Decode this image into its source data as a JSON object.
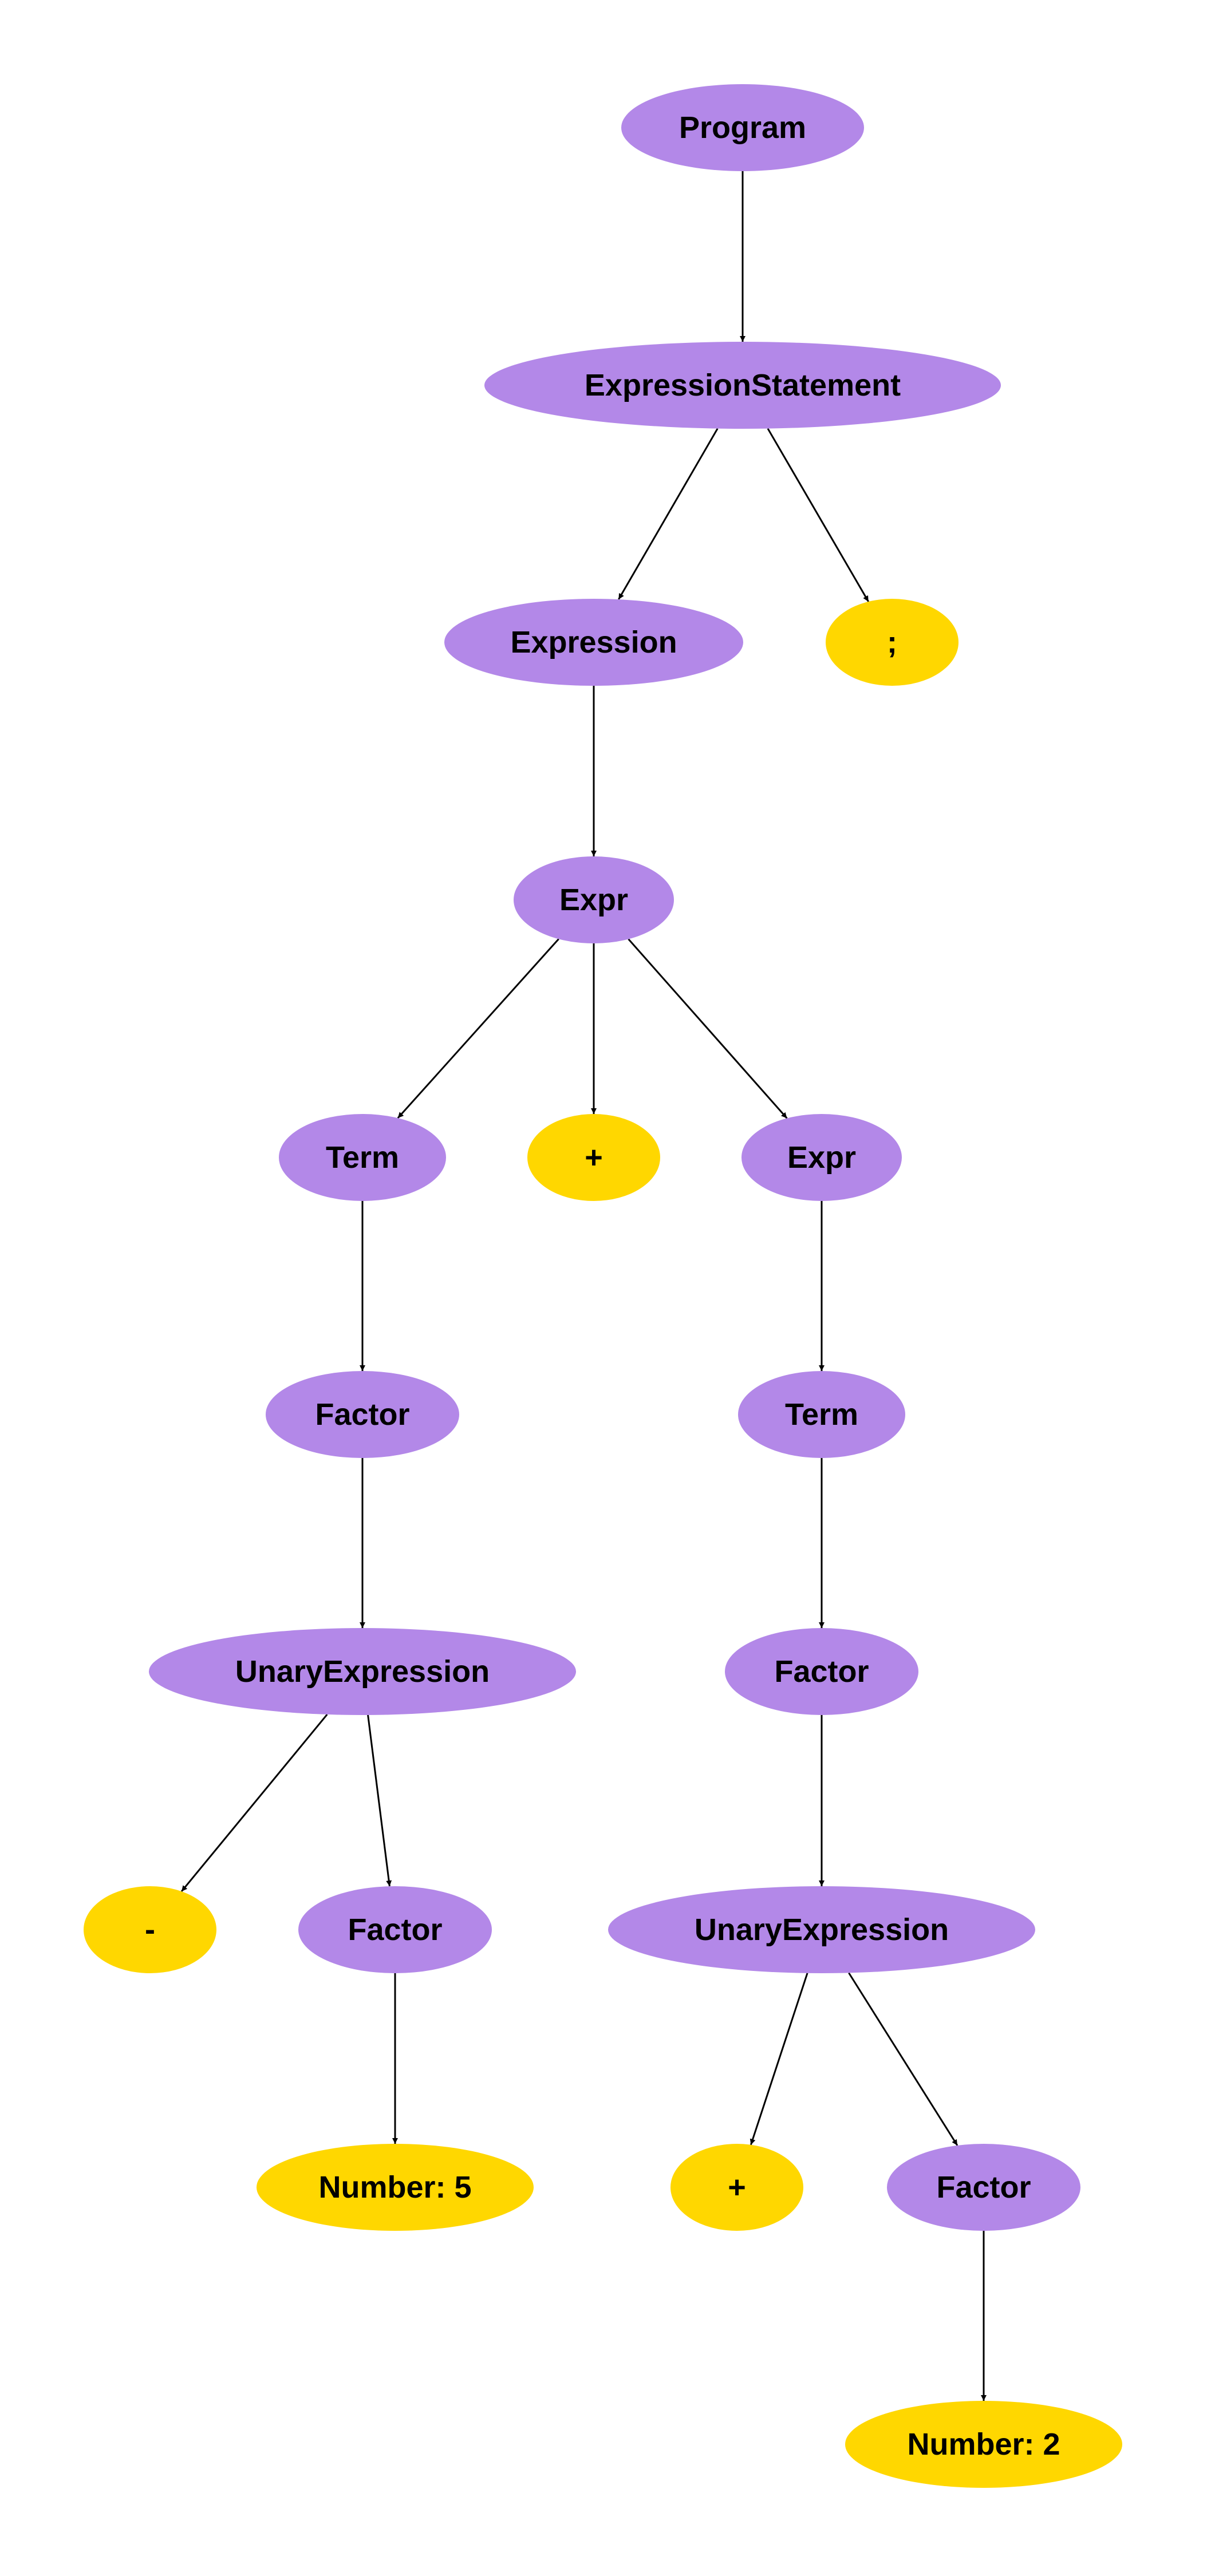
{
  "colors": {
    "nonterminal": "#B388E8",
    "terminal": "#FFD700",
    "edge": "#000000",
    "background": "#FFFFFF"
  },
  "nodes": [
    {
      "id": "program",
      "label": "Program",
      "kind": "nonterminal"
    },
    {
      "id": "expression-statement",
      "label": "ExpressionStatement",
      "kind": "nonterminal"
    },
    {
      "id": "expression",
      "label": "Expression",
      "kind": "nonterminal"
    },
    {
      "id": "semicolon",
      "label": ";",
      "kind": "terminal"
    },
    {
      "id": "expr-root",
      "label": "Expr",
      "kind": "nonterminal"
    },
    {
      "id": "term-left",
      "label": "Term",
      "kind": "nonterminal"
    },
    {
      "id": "plus-op",
      "label": "+",
      "kind": "terminal"
    },
    {
      "id": "expr-right",
      "label": "Expr",
      "kind": "nonterminal"
    },
    {
      "id": "factor-left",
      "label": "Factor",
      "kind": "nonterminal"
    },
    {
      "id": "term-right",
      "label": "Term",
      "kind": "nonterminal"
    },
    {
      "id": "unary-left",
      "label": "UnaryExpression",
      "kind": "nonterminal"
    },
    {
      "id": "factor-right",
      "label": "Factor",
      "kind": "nonterminal"
    },
    {
      "id": "minus-op",
      "label": "-",
      "kind": "terminal"
    },
    {
      "id": "factor-left-inner",
      "label": "Factor",
      "kind": "nonterminal"
    },
    {
      "id": "unary-right",
      "label": "UnaryExpression",
      "kind": "nonterminal"
    },
    {
      "id": "number-5",
      "label": "Number: 5",
      "kind": "terminal"
    },
    {
      "id": "plus-unary",
      "label": "+",
      "kind": "terminal"
    },
    {
      "id": "factor-right-inner",
      "label": "Factor",
      "kind": "nonterminal"
    },
    {
      "id": "number-2",
      "label": "Number: 2",
      "kind": "terminal"
    }
  ],
  "edges": [
    {
      "from": "program",
      "to": "expression-statement"
    },
    {
      "from": "expression-statement",
      "to": "expression"
    },
    {
      "from": "expression-statement",
      "to": "semicolon"
    },
    {
      "from": "expression",
      "to": "expr-root"
    },
    {
      "from": "expr-root",
      "to": "term-left"
    },
    {
      "from": "expr-root",
      "to": "plus-op"
    },
    {
      "from": "expr-root",
      "to": "expr-right"
    },
    {
      "from": "term-left",
      "to": "factor-left"
    },
    {
      "from": "expr-right",
      "to": "term-right"
    },
    {
      "from": "factor-left",
      "to": "unary-left"
    },
    {
      "from": "term-right",
      "to": "factor-right"
    },
    {
      "from": "unary-left",
      "to": "minus-op"
    },
    {
      "from": "unary-left",
      "to": "factor-left-inner"
    },
    {
      "from": "factor-right",
      "to": "unary-right"
    },
    {
      "from": "factor-left-inner",
      "to": "number-5"
    },
    {
      "from": "unary-right",
      "to": "plus-unary"
    },
    {
      "from": "unary-right",
      "to": "factor-right-inner"
    },
    {
      "from": "factor-right-inner",
      "to": "number-2"
    }
  ]
}
